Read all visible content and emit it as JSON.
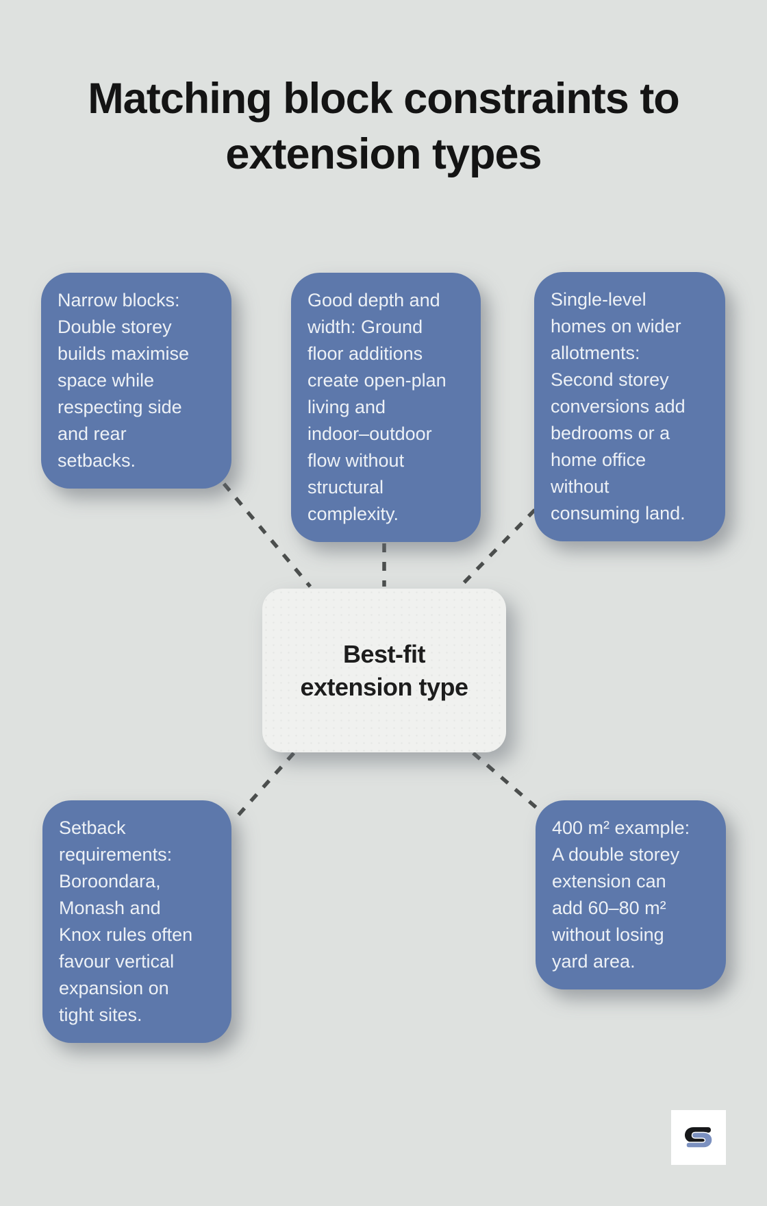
{
  "title": {
    "text": "Matching block constraints to\nextension types"
  },
  "center_node": {
    "text": "Best-fit\nextension type"
  },
  "nodes": [
    {
      "id": "narrow-blocks",
      "text": "Narrow blocks:\nDouble storey\nbuilds maximise\nspace while\nrespecting side\nand rear\nsetbacks."
    },
    {
      "id": "good-depth-and-width",
      "text": "Good depth and\nwidth: Ground\nfloor additions\ncreate open-plan\nliving and\nindoor–outdoor\nflow without\nstructural\ncomplexity."
    },
    {
      "id": "single-level-homes",
      "text": "Single-level\nhomes on wider\nallotments:\nSecond storey\nconversions add\nbedrooms or a\nhome office\nwithout\nconsuming land."
    },
    {
      "id": "setback-requirements",
      "text": "Setback\nrequirements:\nBoroondara,\nMonash and\nKnox rules often\nfavour vertical\nexpansion on\ntight sites."
    },
    {
      "id": "400m2-example",
      "text": "400 m² example:\nA double storey\nextension can\nadd 60–80 m²\nwithout losing\nyard area."
    }
  ],
  "colors": {
    "background": "#dee1df",
    "node_blue": "#5d78ab",
    "node_text": "#edf1f6",
    "center_bg": "#f0f1ef",
    "center_text": "#1d1d1d",
    "title_text": "#141414",
    "connector_gray": "#4b4e4d",
    "logo_black": "#17181a",
    "logo_blue": "#7b90bf"
  }
}
